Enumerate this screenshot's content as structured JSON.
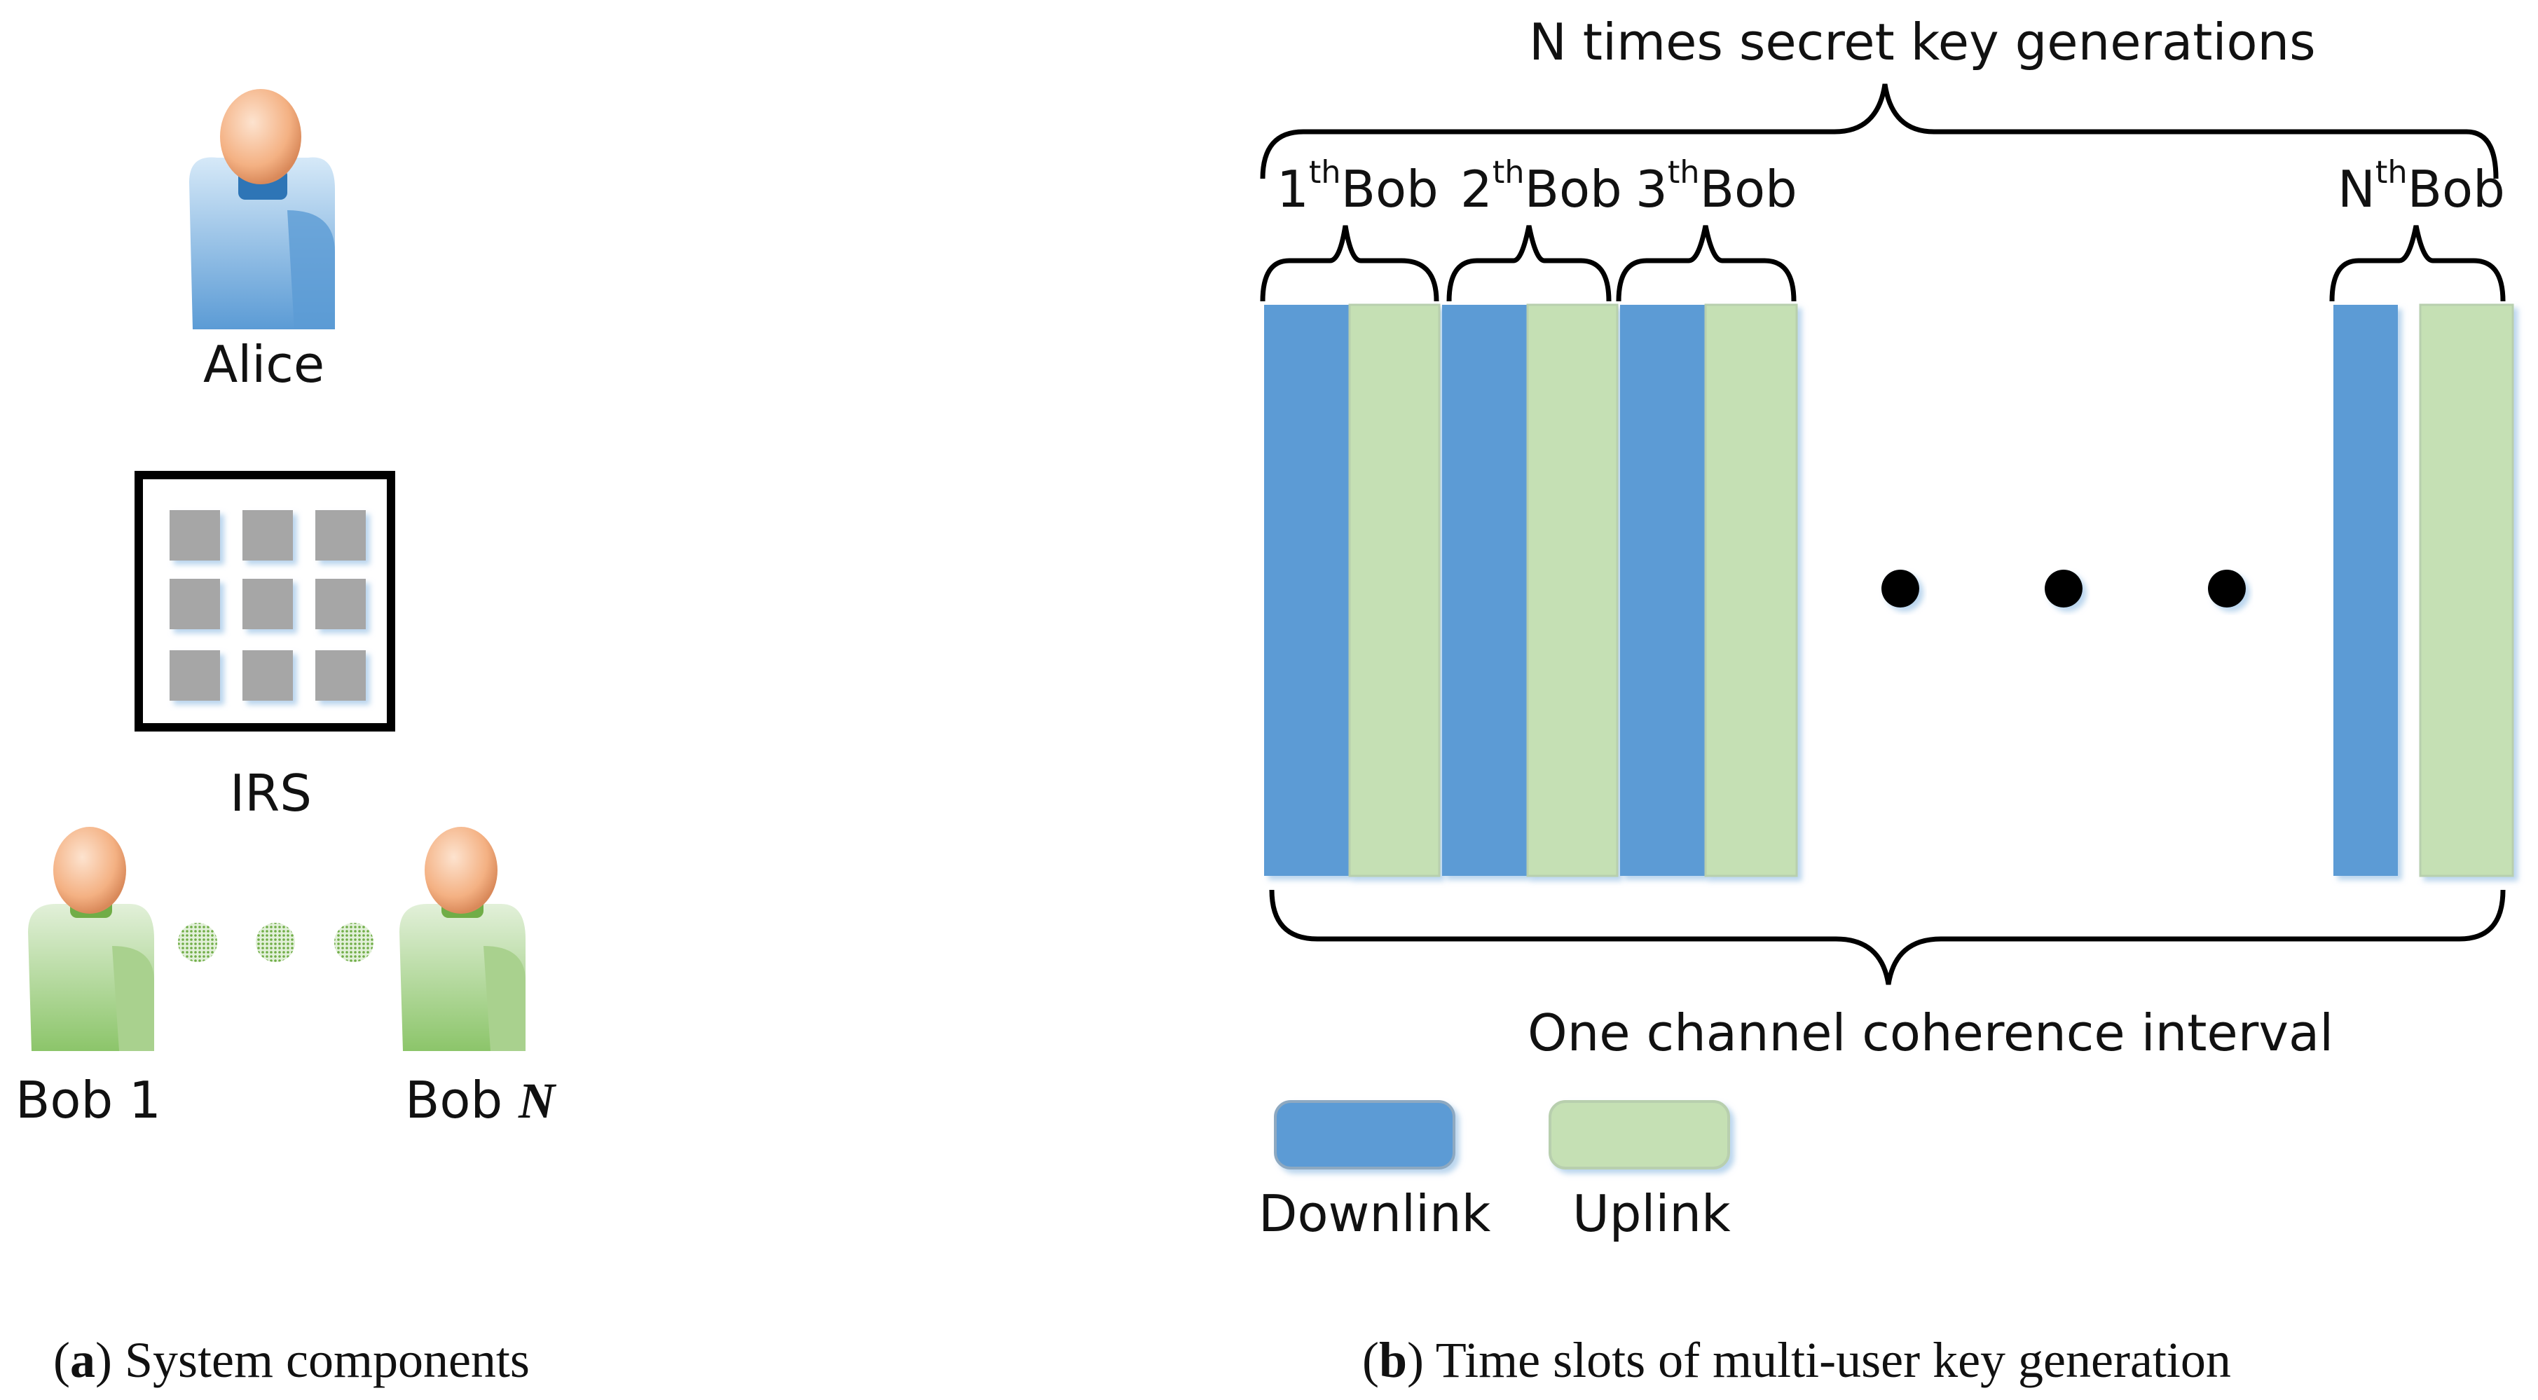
{
  "panel_a": {
    "alice_label": "Alice",
    "irs_label": "IRS",
    "bob1_label": "Bob 1",
    "bobn_label_prefix": "Bob",
    "bobn_label_n": "N",
    "caption_letter": "a",
    "caption_text": "System components"
  },
  "panel_b": {
    "top_label": "N times secret key generations",
    "bob_labels": [
      {
        "num": "1",
        "sup": "th",
        "name": "Bob"
      },
      {
        "num": "2",
        "sup": "th",
        "name": "Bob"
      },
      {
        "num": "3",
        "sup": "th",
        "name": "Bob"
      },
      {
        "num": "N",
        "sup": "th",
        "name": "Bob"
      }
    ],
    "bottom_label": "One channel coherence interval",
    "legend": [
      {
        "label": "Downlink",
        "color": "#5b9bd5"
      },
      {
        "label": "Uplink",
        "color": "#c5e0b4"
      }
    ],
    "caption_letter": "b",
    "caption_text": "Time slots of multi-user key generation"
  },
  "colors": {
    "downlink": "#5b9bd5",
    "uplink": "#c5e0b4",
    "person_blue": "#9dc3e6",
    "person_green": "#a9d18e",
    "skin": "#f4b183",
    "irs_tile": "#a6a6a6"
  }
}
